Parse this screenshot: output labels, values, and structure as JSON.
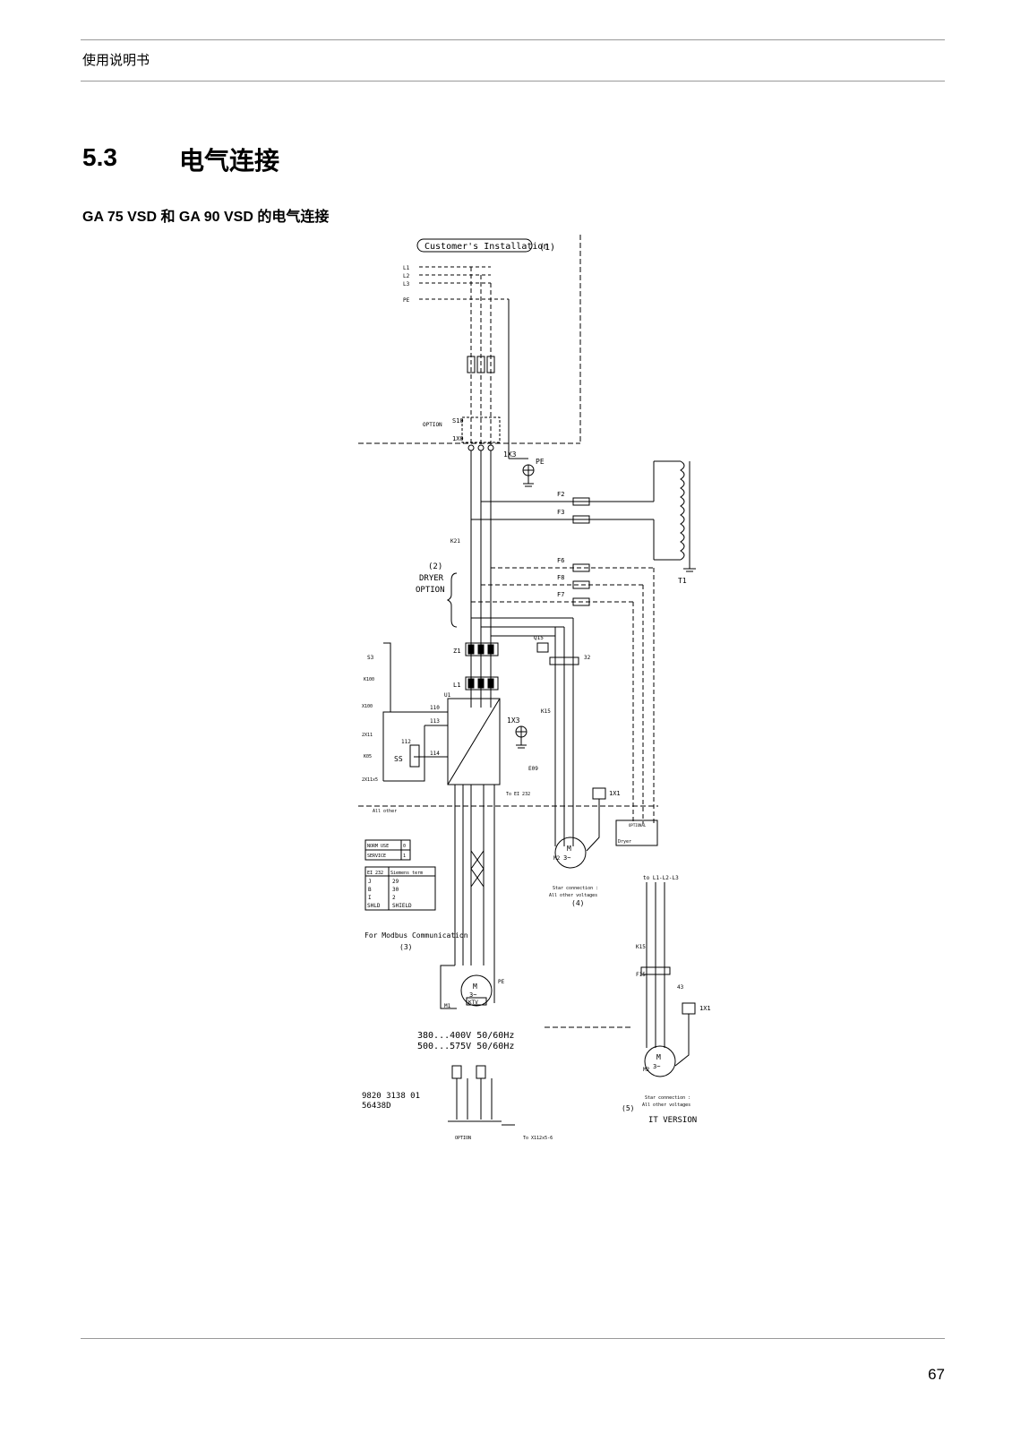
{
  "header": {
    "text": "使用说明书"
  },
  "section": {
    "number": "5.3",
    "title": "电气连接"
  },
  "subtitle": "GA 75 VSD 和 GA 90 VSD 的电气连接",
  "diagram": {
    "customer_installation": "Customer's Installation",
    "note1": "(1)",
    "phases": [
      "L1",
      "L2",
      "L3"
    ],
    "pe": "PE",
    "option": "OPTION",
    "s10": "S10",
    "x0": "1X0",
    "x3": "1X3",
    "x3_pe": "PE",
    "f2": "F2",
    "f3": "F3",
    "t1": "T1",
    "k21": "K21",
    "dryer_option": [
      "(2)",
      "DRYER",
      "OPTION"
    ],
    "f6": "F6",
    "f8": "F8",
    "f7": "F7",
    "z1": "Z1",
    "l1": "L1",
    "q15": "Q15",
    "q15_val": "32",
    "s3": "S3",
    "k100": "K100",
    "x100": "X100",
    "x2_11": "2X11",
    "k05": "K05",
    "x2_11b": "2X11x5",
    "u1": "U1",
    "w110": "110",
    "w113": "113",
    "w112": "112",
    "w114": "114",
    "ss": "SS",
    "x3b": "1X3",
    "e09": "E09",
    "to_ei232": "To EI 232",
    "k15": "K15",
    "x1": "1X1",
    "optional": "OPTIONAL",
    "dryer": "Dryer",
    "all_other_small": "All other",
    "table1": [
      [
        "NORM USE",
        "0"
      ],
      [
        "SERVICE",
        "1"
      ]
    ],
    "table2_header": [
      "EI 232",
      "Siemens term"
    ],
    "table2_rows": [
      [
        "J",
        "29"
      ],
      [
        "B",
        "30"
      ],
      [
        "I",
        "2"
      ],
      [
        "SHLD",
        "SHIELD"
      ]
    ],
    "modbus": "For Modbus Communication",
    "note3": "(3)",
    "m1": "M1",
    "m2": "M2",
    "ktv": "KTV",
    "voltage1": "380...400V 50/60Hz",
    "voltage2": "500...575V 50/60Hz",
    "star1": "Star connection :",
    "star2": "All other voltages",
    "note4": "(4)",
    "to_l1l2l3": "to L1-L2-L3",
    "k15b": "K15",
    "f15": "F15",
    "f15_val": "43",
    "x1b": "1X1",
    "note5": "(5)",
    "it_version": "IT VERSION",
    "ref1": "9820 3138 01",
    "ref2": "56438D",
    "option_bottom": "OPTION",
    "to_x112": "To X112x5-6",
    "motor_m": "M",
    "motor_3": "3~"
  },
  "page_number": "67"
}
